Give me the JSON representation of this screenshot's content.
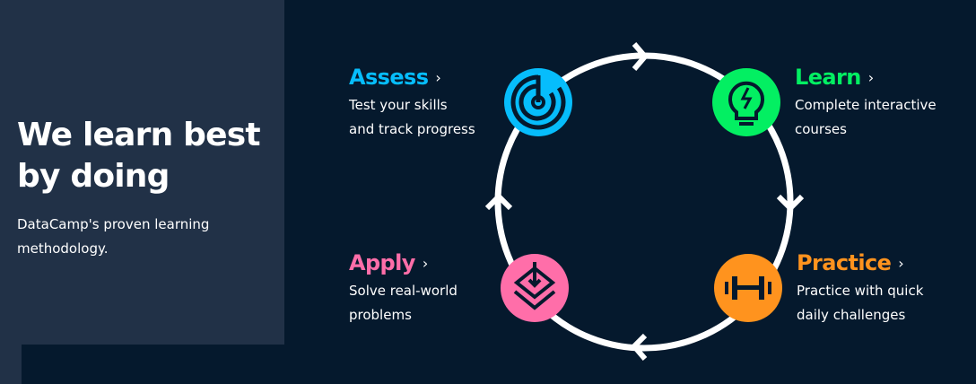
{
  "hero": {
    "title_line1": "We learn best",
    "title_line2": "by doing",
    "subtitle_line1": "DataCamp's proven learning",
    "subtitle_line2": "methodology."
  },
  "steps": [
    {
      "title": "Assess",
      "desc_line1": "Test your skills",
      "desc_line2": "and track progress",
      "color": "#06bdfc",
      "icon": "radar-icon"
    },
    {
      "title": "Learn",
      "desc_line1": "Complete interactive",
      "desc_line2": "courses",
      "color": "#03ef62",
      "icon": "lightbulb-icon"
    },
    {
      "title": "Apply",
      "desc_line1": "Solve real-world",
      "desc_line2": "problems",
      "color": "#ff6ea9",
      "icon": "layers-download-icon"
    },
    {
      "title": "Practice",
      "desc_line1": "Practice with quick",
      "desc_line2": "daily challenges",
      "color": "#ff931e",
      "icon": "dumbbell-icon"
    }
  ],
  "chevron": "›"
}
